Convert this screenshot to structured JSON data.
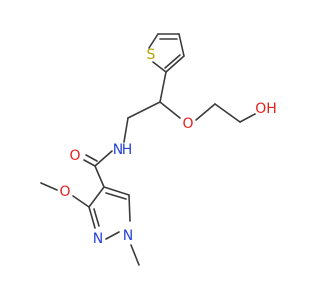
{
  "molecule": {
    "atoms": {
      "sulfur": "S",
      "ether_oxygen": "O",
      "hydroxyl": "OH",
      "amide_oxygen": "O",
      "amide_nitrogen": "H",
      "amide_nitrogen_n": "N",
      "methoxy_oxygen": "O",
      "pyrazole_n2": "N",
      "pyrazole_n1": "N"
    },
    "colors": {
      "bond": "#3b3b3b",
      "sulfur": "#b8a300",
      "oxygen": "#e0231c",
      "nitrogen": "#2643d9"
    }
  }
}
